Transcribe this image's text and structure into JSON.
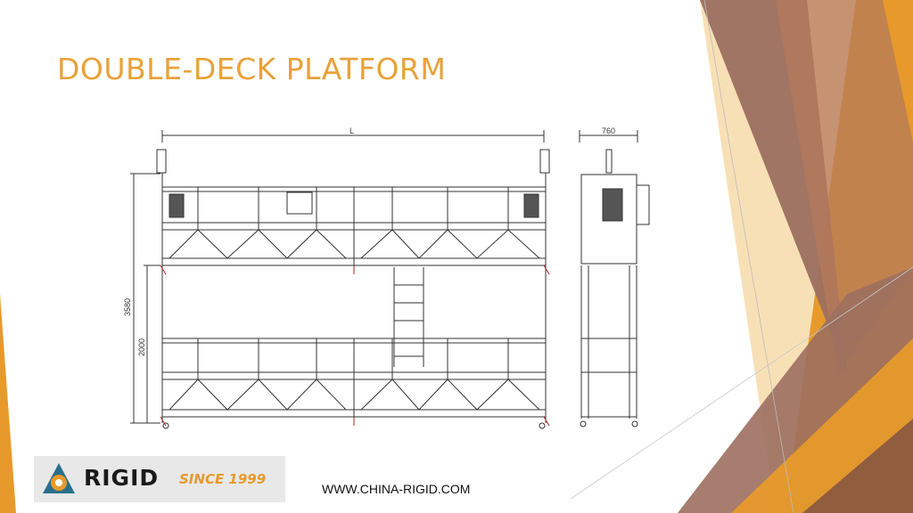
{
  "slide": {
    "title": "DOUBLE-DECK PLATFORM",
    "url": "WWW.CHINA-RIGID.COM"
  },
  "logo": {
    "brand": "RIGID",
    "since": "SINCE 1999"
  },
  "drawing": {
    "length_label": "L",
    "width_label": "760",
    "total_height_label": "3580",
    "deck_spacing_label": "2000"
  },
  "colors": {
    "title": "#e8a23a",
    "accent_orange": "#e79a2b",
    "accent_brown": "#9c6f5f",
    "accent_dark": "#7a4f44"
  }
}
